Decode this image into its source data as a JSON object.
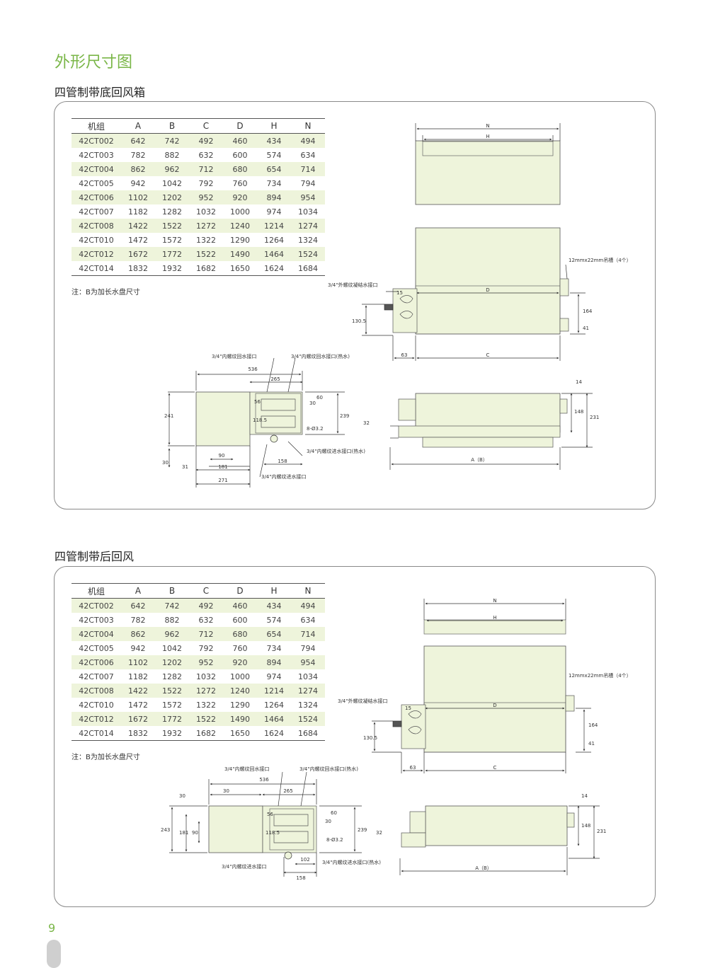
{
  "page": {
    "title": "外形尺寸图",
    "page_number": "9"
  },
  "section1": {
    "title": "四管制带底回风箱",
    "headers": [
      "机组",
      "A",
      "B",
      "C",
      "D",
      "H",
      "N"
    ],
    "rows": [
      [
        "42CT002",
        "642",
        "742",
        "492",
        "460",
        "434",
        "494"
      ],
      [
        "42CT003",
        "782",
        "882",
        "632",
        "600",
        "574",
        "634"
      ],
      [
        "42CT004",
        "862",
        "962",
        "712",
        "680",
        "654",
        "714"
      ],
      [
        "42CT005",
        "942",
        "1042",
        "792",
        "760",
        "734",
        "794"
      ],
      [
        "42CT006",
        "1102",
        "1202",
        "952",
        "920",
        "894",
        "954"
      ],
      [
        "42CT007",
        "1182",
        "1282",
        "1032",
        "1000",
        "974",
        "1034"
      ],
      [
        "42CT008",
        "1422",
        "1522",
        "1272",
        "1240",
        "1214",
        "1274"
      ],
      [
        "42CT010",
        "1472",
        "1572",
        "1322",
        "1290",
        "1264",
        "1324"
      ],
      [
        "42CT012",
        "1672",
        "1772",
        "1522",
        "1490",
        "1464",
        "1524"
      ],
      [
        "42CT014",
        "1832",
        "1932",
        "1682",
        "1650",
        "1624",
        "1684"
      ]
    ],
    "note": "注：B为加长水盘尺寸",
    "drawing": {
      "top": {
        "n": "N",
        "h": "H"
      },
      "front": {
        "hanger": "12mmx22mm吊槽（4个）",
        "condensate": "3/4\"外螺纹凝结水接口",
        "d": "D",
        "c": "C",
        "d15": "15",
        "d164": "164",
        "d41": "41",
        "d130": "130.5",
        "d63": "63"
      },
      "side": {
        "return_water": "3/4\"内螺纹回水接口",
        "return_water_hot": "3/4\"内螺纹回水接口(热水)",
        "d536": "536",
        "d265": "265",
        "d241": "241",
        "d56": "56",
        "d118": "118.5",
        "d30a": "30",
        "d60": "60",
        "d239": "239",
        "d8": "8-Ø3.2",
        "inlet_hot": "3/4\"内螺纹进水接口(热水)",
        "d90": "90",
        "d30b": "30",
        "d31": "31",
        "d181": "181",
        "d158": "158",
        "d271": "271",
        "inlet": "3/4\"内螺纹进水接口"
      },
      "bottom": {
        "d14": "14",
        "d148": "148",
        "d231": "231",
        "d32": "32",
        "ab": "A（B）"
      }
    }
  },
  "section2": {
    "title": "四管制带后回风",
    "headers": [
      "机组",
      "A",
      "B",
      "C",
      "D",
      "H",
      "N"
    ],
    "rows": [
      [
        "42CT002",
        "642",
        "742",
        "492",
        "460",
        "434",
        "494"
      ],
      [
        "42CT003",
        "782",
        "882",
        "632",
        "600",
        "574",
        "634"
      ],
      [
        "42CT004",
        "862",
        "962",
        "712",
        "680",
        "654",
        "714"
      ],
      [
        "42CT005",
        "942",
        "1042",
        "792",
        "760",
        "734",
        "794"
      ],
      [
        "42CT006",
        "1102",
        "1202",
        "952",
        "920",
        "894",
        "954"
      ],
      [
        "42CT007",
        "1182",
        "1282",
        "1032",
        "1000",
        "974",
        "1034"
      ],
      [
        "42CT008",
        "1422",
        "1522",
        "1272",
        "1240",
        "1214",
        "1274"
      ],
      [
        "42CT010",
        "1472",
        "1572",
        "1322",
        "1290",
        "1264",
        "1324"
      ],
      [
        "42CT012",
        "1672",
        "1772",
        "1522",
        "1490",
        "1464",
        "1524"
      ],
      [
        "42CT014",
        "1832",
        "1932",
        "1682",
        "1650",
        "1624",
        "1684"
      ]
    ],
    "note": "注：B为加长水盘尺寸",
    "drawing": {
      "top": {
        "n": "N",
        "h": "H"
      },
      "front": {
        "hanger": "12mmx22mm吊槽（4个）",
        "condensate": "3/4\"外螺纹凝结水接口",
        "d": "D",
        "c": "C",
        "d15": "15",
        "d164": "164",
        "d41": "41",
        "d130": "130.5",
        "d63": "63"
      },
      "side": {
        "return_water": "3/4\"内螺纹回水接口",
        "return_water_hot": "3/4\"内螺纹回水接口(热水)",
        "d536": "536",
        "d30a": "30",
        "d30b": "30",
        "d265": "265",
        "d243": "243",
        "d181": "181",
        "d90": "90",
        "d56": "56",
        "d118": "118.5",
        "d30c": "30",
        "d60": "60",
        "d239": "239",
        "d8": "8-Ø3.2",
        "d102": "102",
        "inlet_hot": "3/4\"内螺纹进水接口(热水)",
        "inlet": "3/4\"内螺纹进水接口",
        "d158": "158"
      },
      "bottom": {
        "d14": "14",
        "d148": "148",
        "d231": "231",
        "d32": "32",
        "ab": "A（B）"
      }
    }
  },
  "colors": {
    "accent": "#7ab648",
    "unit_fill": "#eef4db",
    "row_shade": "#eef4db"
  }
}
